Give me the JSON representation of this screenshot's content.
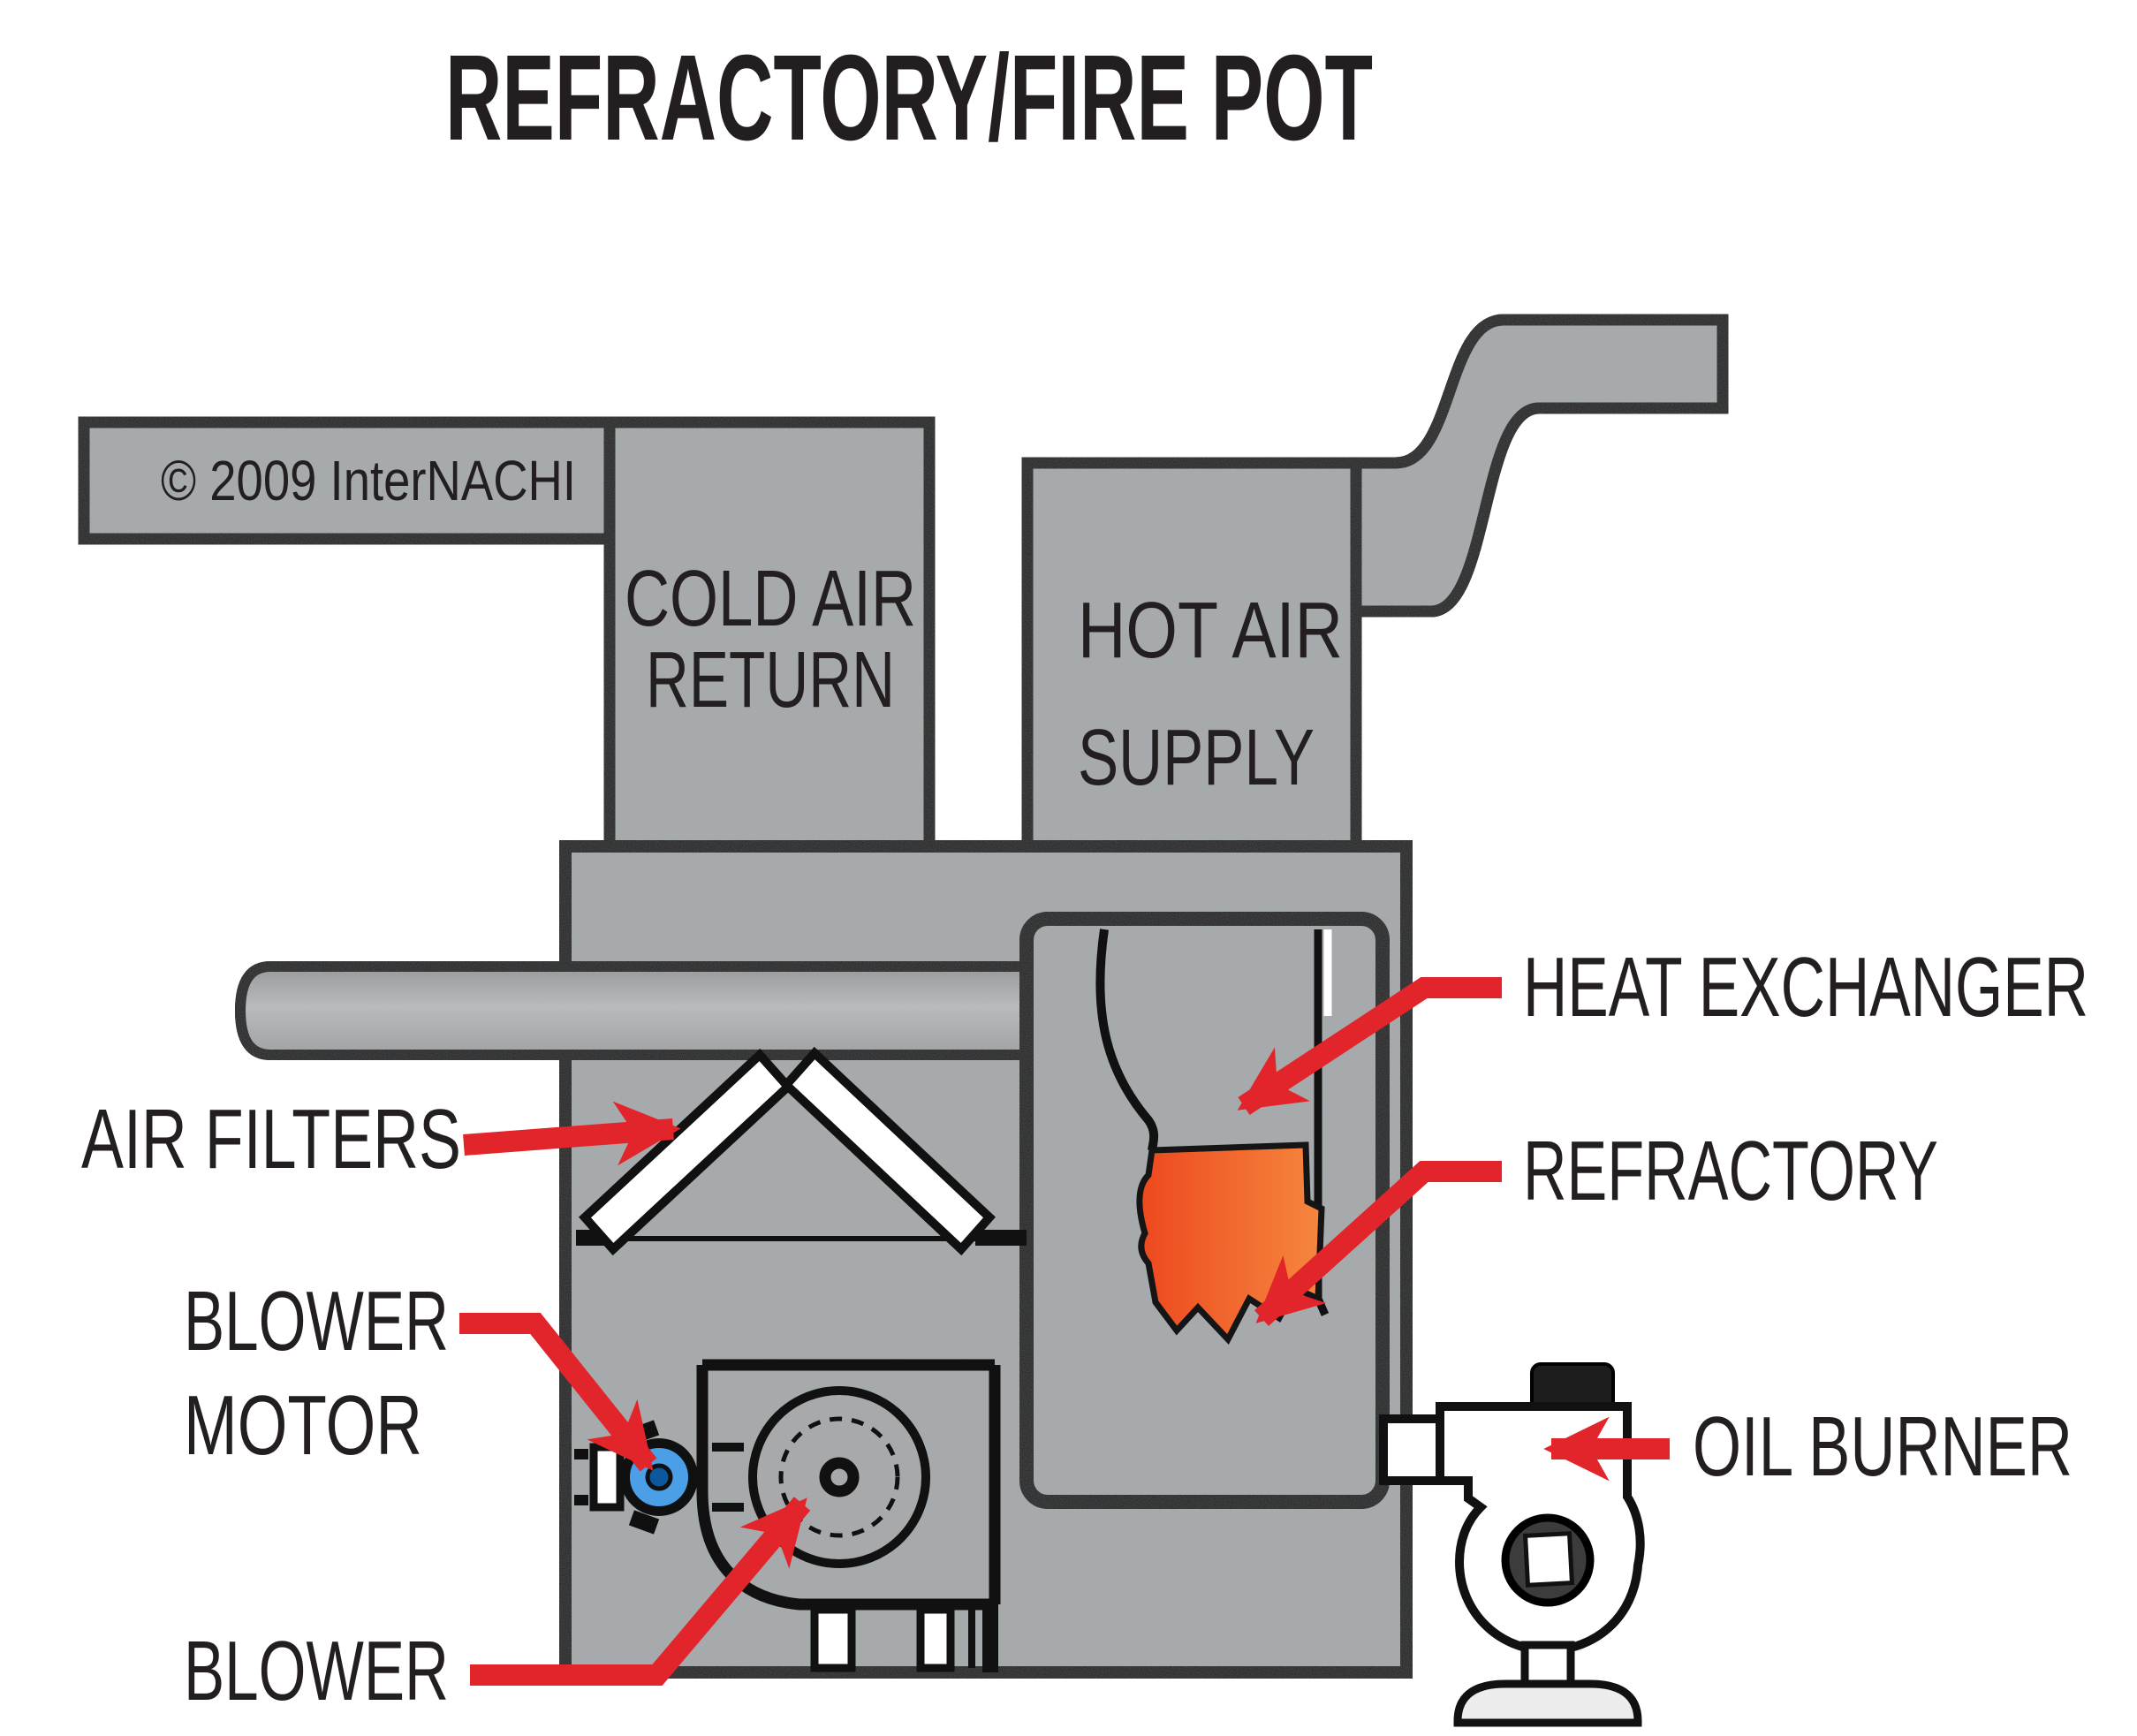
{
  "title": "REFRACTORY/FIRE POT",
  "copyright": "© 2009 InterNACHI",
  "ducts": {
    "cold_air_return_line1": "COLD AIR",
    "cold_air_return_line2": "RETURN",
    "hot_air_supply_line1": "HOT AIR",
    "hot_air_supply_line2": "SUPPLY"
  },
  "labels": {
    "heat_exchanger": "HEAT EXCHANGER",
    "refractory": "REFRACTORY",
    "air_filters": "AIR FILTERS",
    "blower_motor_line1": "BLOWER",
    "blower_motor_line2": "MOTOR",
    "blower": "BLOWER",
    "oil_burner": "OIL BURNER"
  },
  "colors": {
    "metal_gray": "#a7a9ab",
    "outline_black": "#111111",
    "arrow_red": "#e2242b",
    "refractory_orange_left": "#ee4a1f",
    "refractory_orange_right": "#f5883f",
    "motor_blue": "#4a9fe6",
    "motor_blue_dark": "#0d579f",
    "burner_base_gray": "#ececec",
    "text_dark": "#231f20"
  }
}
